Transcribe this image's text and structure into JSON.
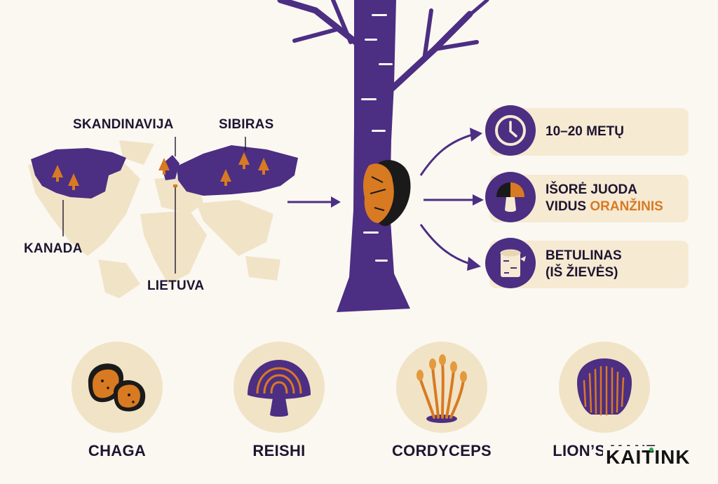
{
  "map": {
    "regions": [
      "SKANDINAVIJA",
      "SIBIRAS",
      "KANADA",
      "LIETUVA"
    ]
  },
  "properties": [
    {
      "icon": "clock-icon",
      "line1": "10–20 METŲ",
      "line2": ""
    },
    {
      "icon": "mushroom-icon",
      "line1": "IŠORĖ JUODA",
      "line2_prefix": "VIDUS ",
      "line2_accent": "ORANŽINIS"
    },
    {
      "icon": "birch-log-icon",
      "line1": "BETULINAS",
      "line2": "(IŠ ŽIEVĖS)"
    }
  ],
  "fungi": [
    {
      "name": "CHAGA",
      "icon": "chaga-icon"
    },
    {
      "name": "REISHI",
      "icon": "reishi-icon"
    },
    {
      "name": "CORDYCEPS",
      "icon": "cordyceps-icon"
    },
    {
      "name": "LION’S MANE",
      "icon": "lions-mane-icon"
    }
  ],
  "brand": "KAITINK",
  "colors": {
    "purple": "#4c2e83",
    "orange": "#d87a22",
    "beige": "#f1e3c6",
    "background": "#fbf8f2",
    "dark": "#1e1530"
  }
}
